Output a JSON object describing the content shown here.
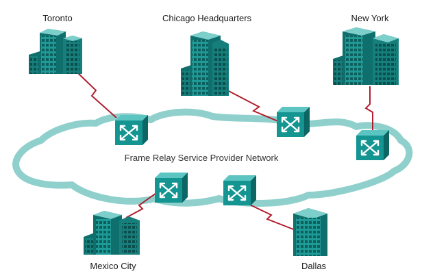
{
  "cloud": {
    "label": "Frame Relay Service Provider Network"
  },
  "sites": [
    {
      "id": "toronto",
      "label": "Toronto"
    },
    {
      "id": "chicago",
      "label": "Chicago Headquarters"
    },
    {
      "id": "newyork",
      "label": "New York"
    },
    {
      "id": "mexico",
      "label": "Mexico City"
    },
    {
      "id": "dallas",
      "label": "Dallas"
    }
  ],
  "colors": {
    "building_front": "#1f9a97",
    "building_side": "#0f6f6d",
    "building_top": "#7ccfcb",
    "switch_front": "#149592",
    "switch_top": "#5cc5c1",
    "switch_side": "#0b6664",
    "cloud_stroke": "#8fd0cc",
    "link": "#b01e2e"
  },
  "icons": {
    "building": "office-building-icon",
    "switch": "frame-relay-switch-icon",
    "link": "serial-link-icon"
  }
}
